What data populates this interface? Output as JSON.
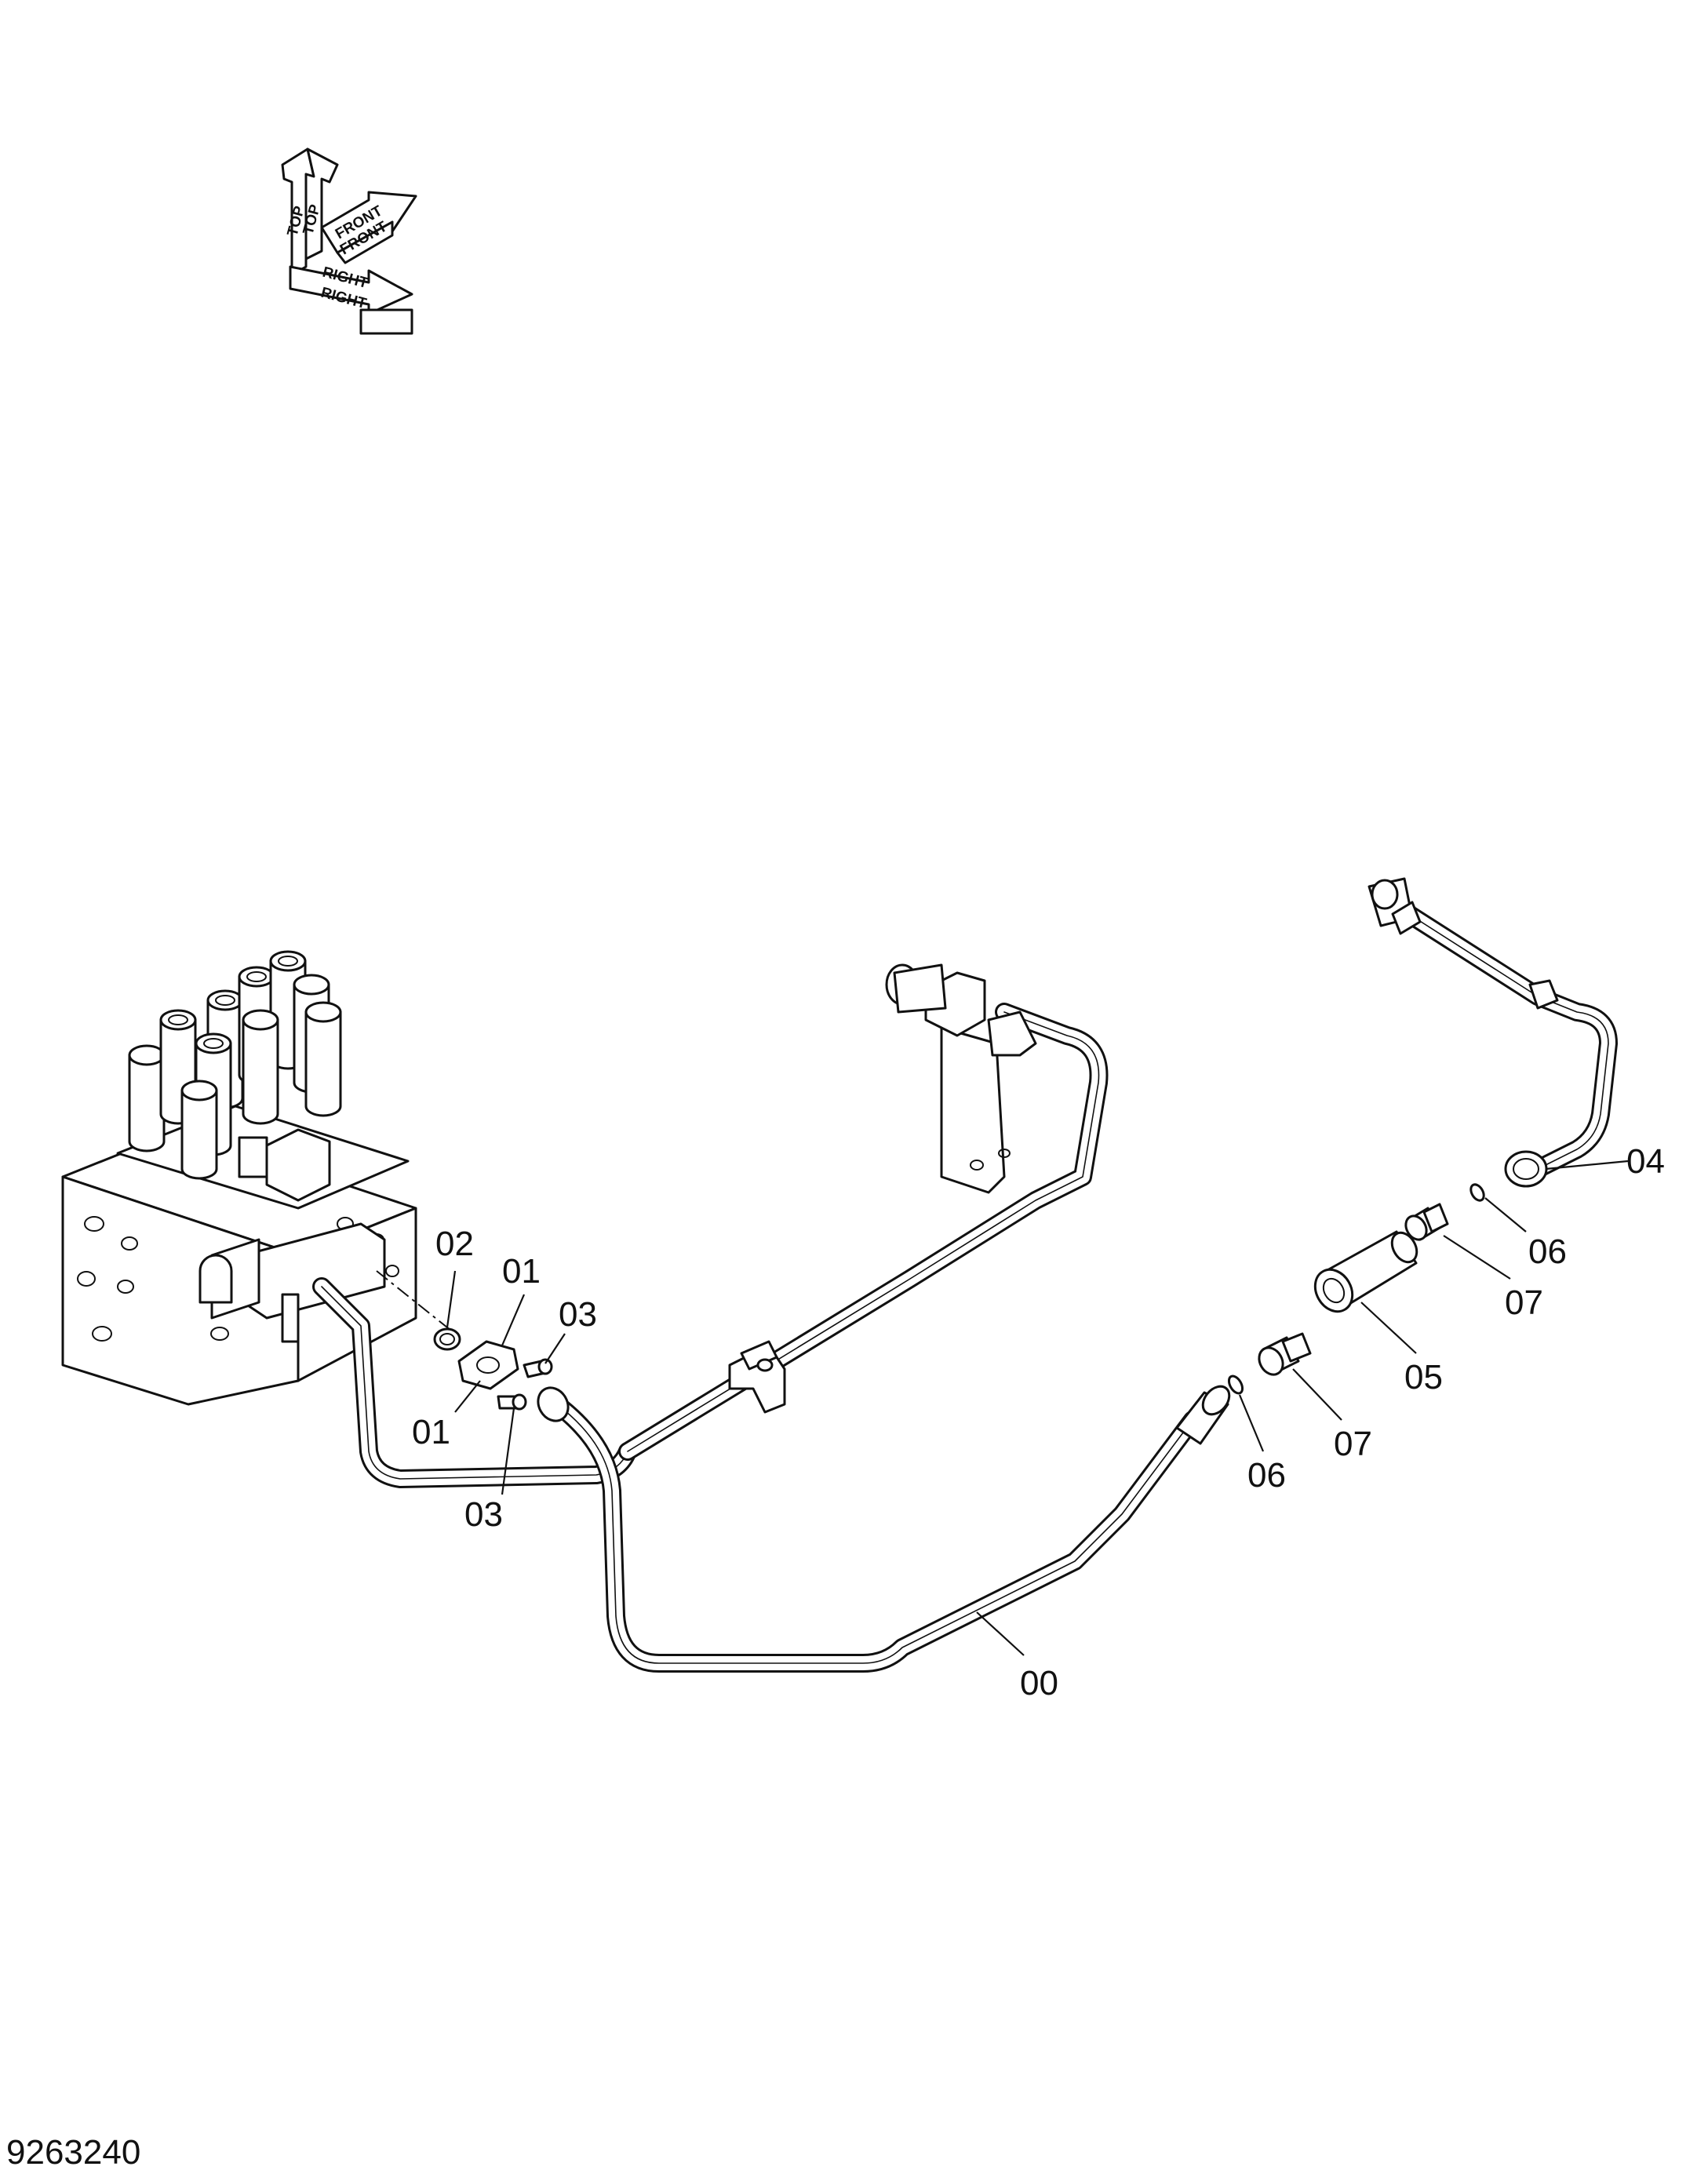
{
  "orientation": {
    "top_label_1": "TOP",
    "top_label_2": "TOP",
    "front_label_1": "FRONT",
    "front_label_2": "FRONT",
    "right_label_1": "RIGHT",
    "right_label_2": "RIGHT"
  },
  "callouts": {
    "c00": "00",
    "c01a": "01",
    "c01b": "01",
    "c02": "02",
    "c03a": "03",
    "c03b": "03",
    "c04": "04",
    "c05": "05",
    "c06a": "06",
    "c06b": "06",
    "c07a": "07",
    "c07b": "07"
  },
  "drawing_number": "9263240"
}
